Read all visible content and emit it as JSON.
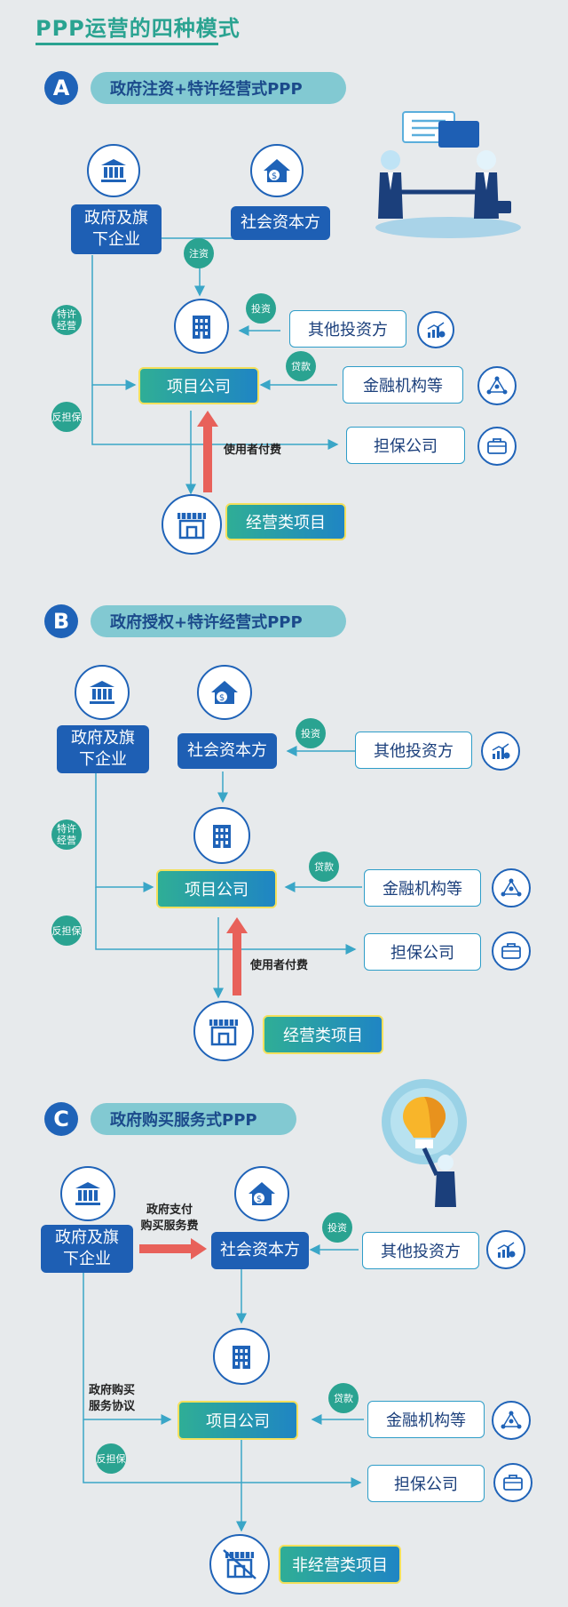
{
  "title": "PPP运营的四种模式",
  "sections": [
    {
      "letter": "A",
      "title": "政府注资+特许经营式PPP",
      "gov": "政府及旗下企业",
      "social": "社会资本方",
      "other_investor": "其他投资方",
      "finance": "金融机构等",
      "project_company": "项目公司",
      "guarantee": "担保公司",
      "project": "经营类项目",
      "badge_inject": "注资",
      "badge_invest": "投资",
      "badge_loan": "贷款",
      "badge_franchise": "特许经营",
      "badge_counter": "反担保",
      "user_pay": "使用者付费"
    },
    {
      "letter": "B",
      "title": "政府授权+特许经营式PPP",
      "gov": "政府及旗下企业",
      "social": "社会资本方",
      "other_investor": "其他投资方",
      "finance": "金融机构等",
      "project_company": "项目公司",
      "guarantee": "担保公司",
      "project": "经营类项目",
      "badge_invest": "投资",
      "badge_loan": "贷款",
      "badge_franchise": "特许经营",
      "badge_counter": "反担保",
      "user_pay": "使用者付费"
    },
    {
      "letter": "C",
      "title": "政府购买服务式PPP",
      "gov": "政府及旗下企业",
      "social": "社会资本方",
      "other_investor": "其他投资方",
      "finance": "金融机构等",
      "project_company": "项目公司",
      "guarantee": "担保公司",
      "project": "非经营类项目",
      "badge_invest": "投资",
      "badge_loan": "贷款",
      "badge_counter": "反担保",
      "gov_pay": "政府支付购买服务费",
      "gov_purchase": "政府购买服务协议"
    }
  ],
  "colors": {
    "primary_blue": "#1e5fb4",
    "teal": "#2aa391",
    "pill": "#82c9d2",
    "arrow_red": "#e8615a",
    "line": "#3aa6c7",
    "background": "#e7eaec"
  },
  "icons": [
    "bank-icon",
    "house-dollar-icon",
    "office-building-icon",
    "chart-icon",
    "network-icon",
    "briefcase-icon",
    "shop-icon",
    "shop-crossed-icon",
    "handshake-illustration",
    "lightbulb-illustration"
  ]
}
